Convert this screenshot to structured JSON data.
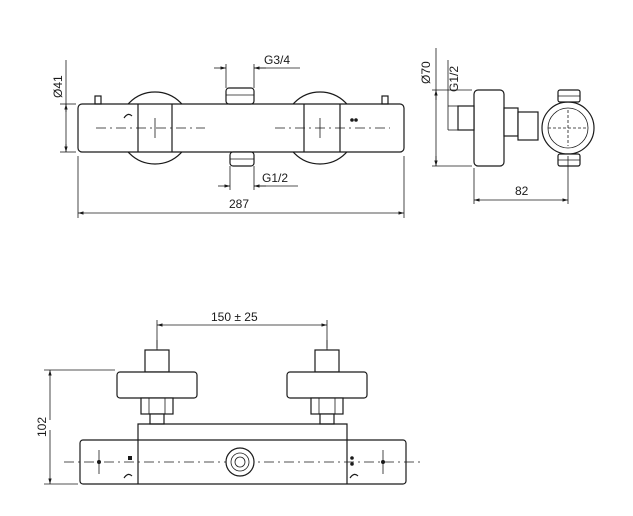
{
  "dimensions": {
    "dia41": "Ø41",
    "g34": "G3/4",
    "g12_front": "G1/2",
    "len287": "287",
    "dia70": "Ø70",
    "g12_side": "G1/2",
    "depth82": "82",
    "spacing": "150 ± 25",
    "height102": "102"
  }
}
